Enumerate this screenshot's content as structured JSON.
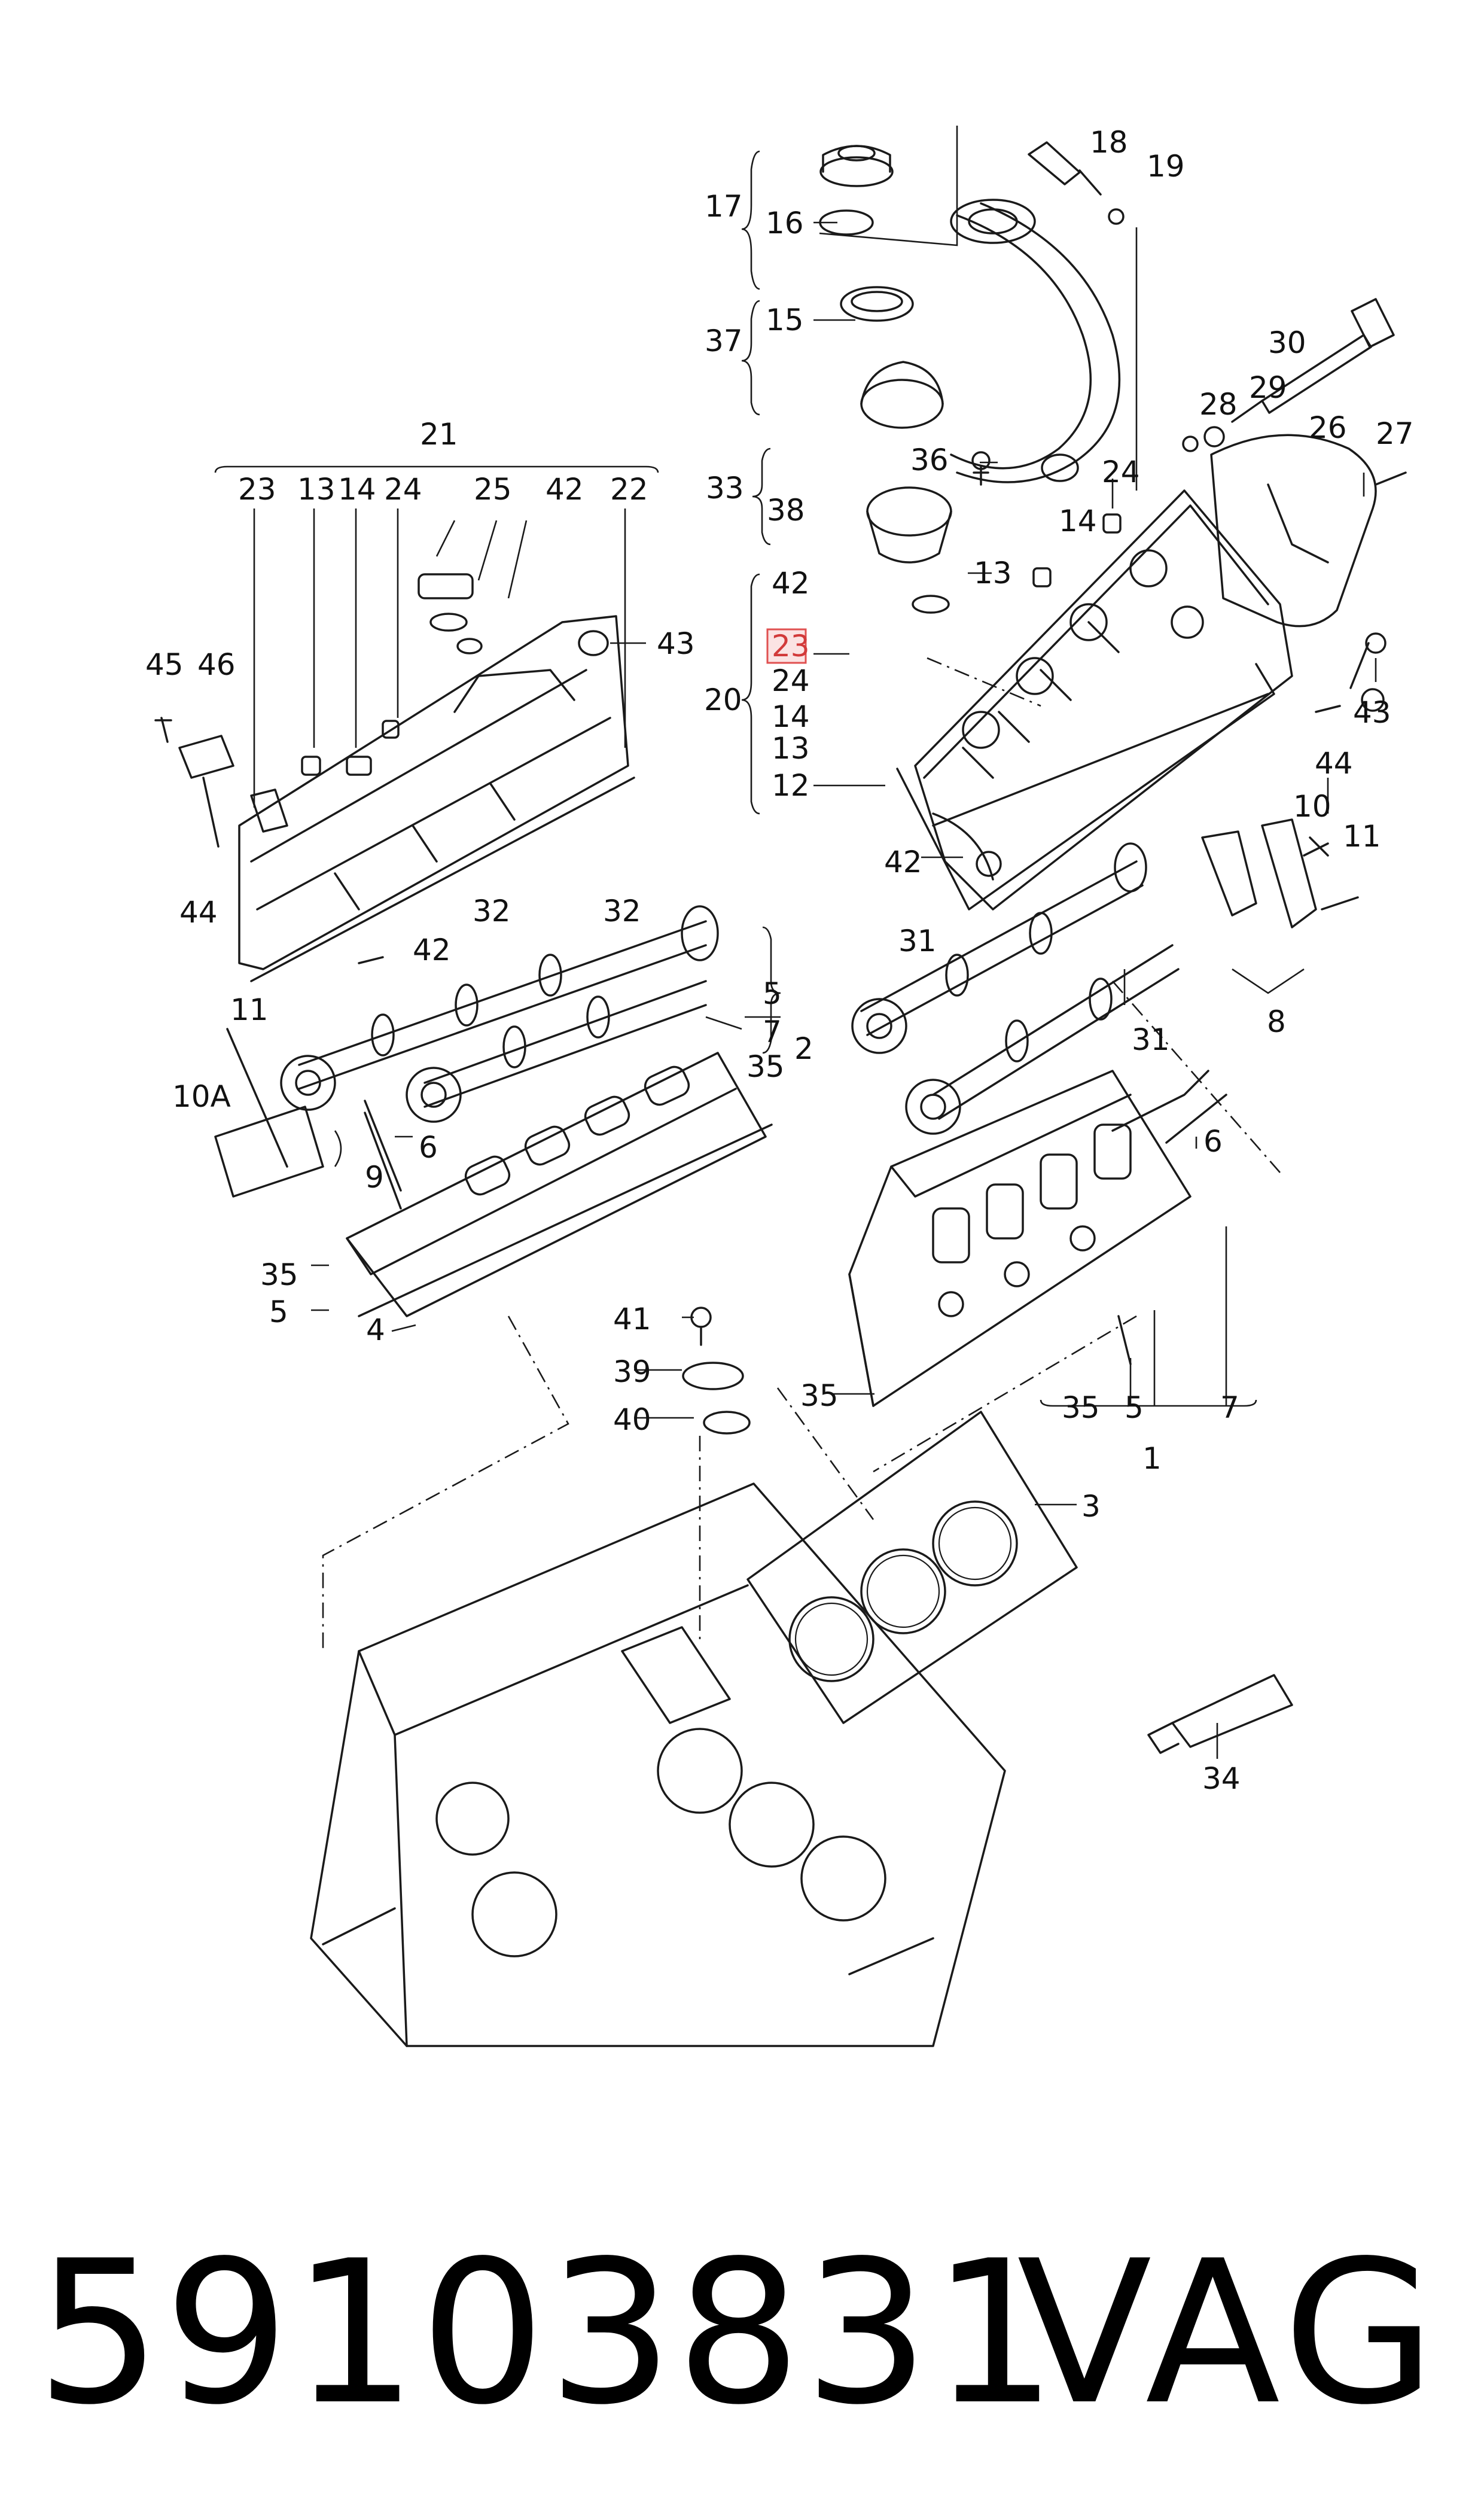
{
  "callouts": [
    "17",
    "16",
    "18",
    "19",
    "37",
    "15",
    "30",
    "28",
    "29",
    "26",
    "27",
    "33",
    "36",
    "24",
    "14",
    "38",
    "13",
    "21",
    "23",
    "13",
    "14",
    "24",
    "25",
    "42",
    "22",
    "43",
    "45",
    "46",
    "42",
    "24",
    "23",
    "20",
    "14",
    "13",
    "12",
    "43",
    "44",
    "44",
    "42",
    "10",
    "11",
    "32",
    "32",
    "42",
    "31",
    "5",
    "7",
    "2",
    "35",
    "11",
    "10A",
    "9",
    "6",
    "31",
    "6",
    "8",
    "35",
    "5",
    "41",
    "39",
    "40",
    "35",
    "35",
    "5",
    "7",
    "1",
    "3",
    "4",
    "34"
  ],
  "highlighted_callout": "23",
  "footer": {
    "part_number": "59103831",
    "brand": "VAG"
  }
}
